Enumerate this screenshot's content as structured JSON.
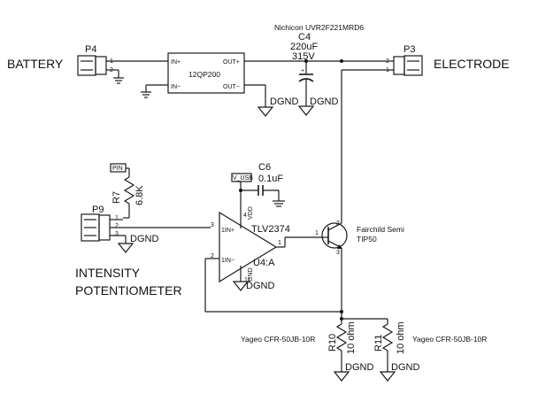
{
  "labels": {
    "battery": "BATTERY",
    "electrode": "ELECTRODE",
    "p4": "P4",
    "p3": "P3",
    "p9": "P9",
    "c4_mfr": "Nichicon UVR2F221MRD6",
    "c4": "C4",
    "c4_val": "220uF",
    "c4_volt": "315V",
    "reg_in_plus": "IN+",
    "reg_in_minus": "IN−",
    "reg_out_plus": "OUT+",
    "reg_out_minus": "OUT−",
    "reg_part": "12QP200",
    "dgnd": "DGND",
    "c6": "C6",
    "c6_val": "0.1uF",
    "vusb": "V_USB",
    "vdd": "VDD",
    "gnd": "GND",
    "pin": "PIN",
    "r7": "R7",
    "r7_val": "6.8K",
    "opamp_part": "TLV2374",
    "opamp_ref": "U4:A",
    "opamp_in_plus": "1IN+",
    "opamp_in_minus": "1IN−",
    "transistor_mfr": "Fairchild Semi",
    "transistor_part": "TIP50",
    "r10": "R10",
    "r11": "R11",
    "r_val": "10 ohm",
    "r_part": "Yageo CFR-50JB-10R",
    "intensity": "INTENSITY",
    "potentiometer": "POTENTIOMETER"
  },
  "pins": {
    "one": "1",
    "two": "2",
    "three": "3",
    "four": "4",
    "eleven": "11"
  },
  "colors": {
    "wire": "#1a1a1a",
    "background": "#ffffff"
  }
}
